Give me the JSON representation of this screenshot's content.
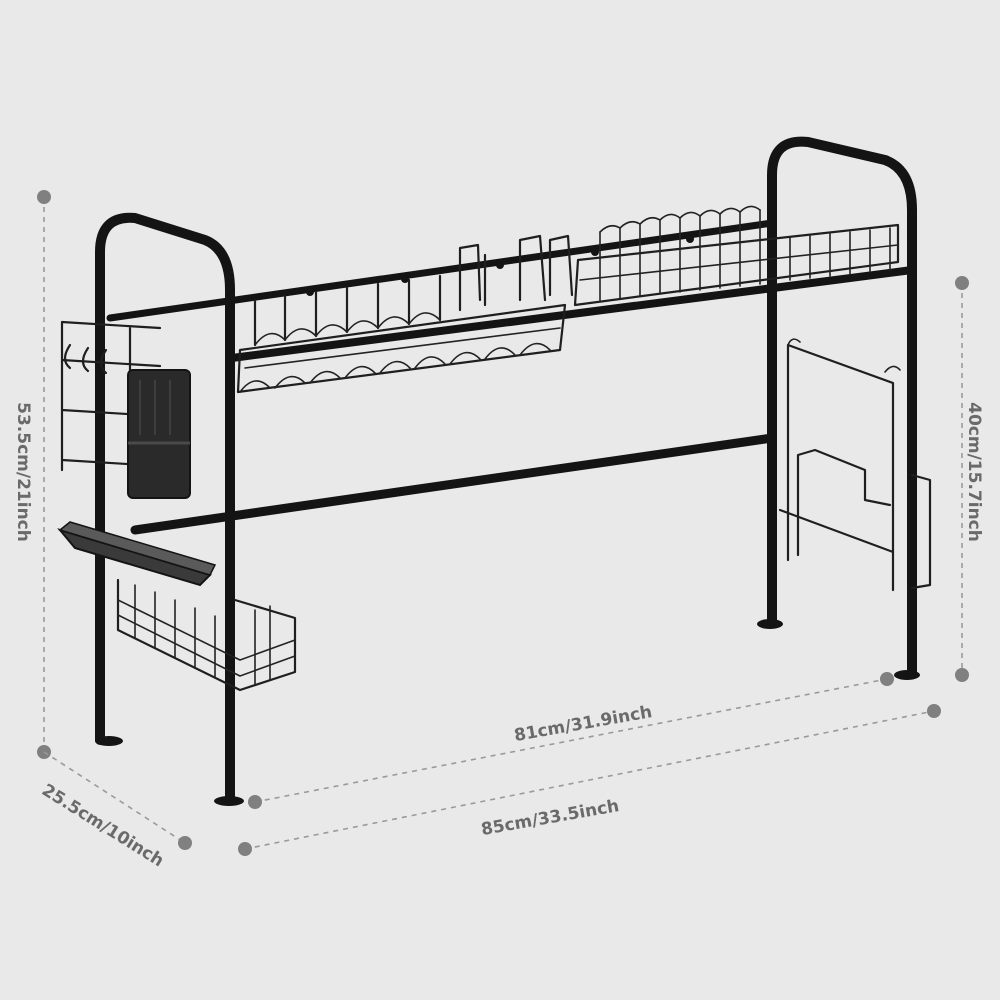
{
  "product": {
    "name": "over-sink dish drying rack",
    "color": "#141414"
  },
  "dimensions": {
    "total_height": "53.5cm/21inch",
    "depth": "25.5cm/10inch",
    "inner_width": "81cm/31.9inch",
    "total_width": "85cm/33.5inch",
    "leg_height": "40cm/15.7inch"
  },
  "colors": {
    "background": "#e9e9e9",
    "dimension_line": "#9a9a9a",
    "dimension_text": "#6a6a6a",
    "rack": "#141414"
  }
}
